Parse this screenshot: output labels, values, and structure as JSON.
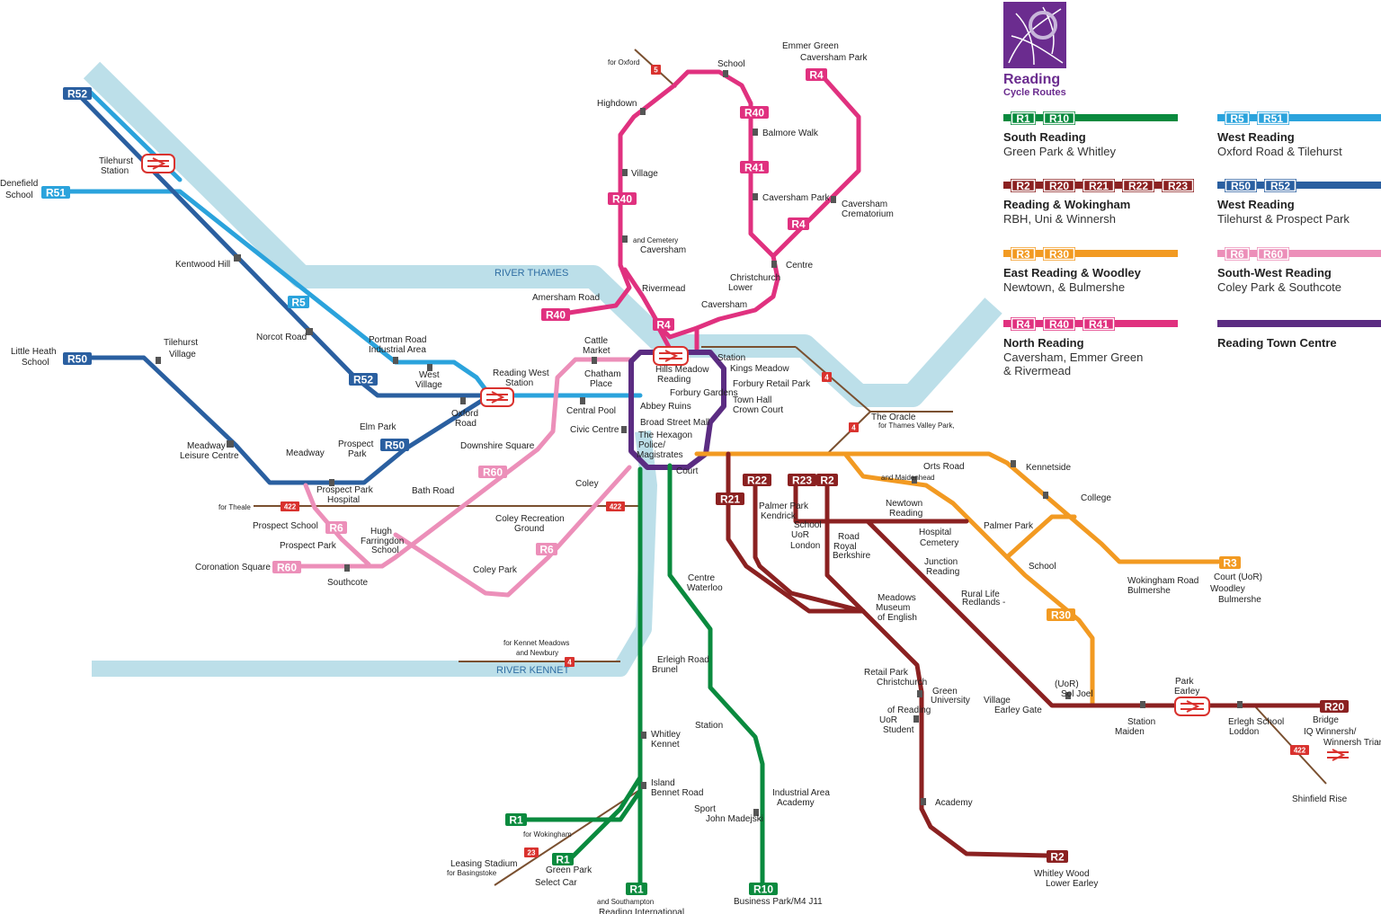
{
  "brand": {
    "title": "Reading",
    "subtitle": "Cycle Routes"
  },
  "colors": {
    "river": "#bcdfe9",
    "green": "#0a8a3e",
    "darkred": "#8b2121",
    "orange": "#f29a22",
    "magenta": "#e0317f",
    "lightblue": "#2ba3dc",
    "blue": "#2a5fa0",
    "pink": "#ec8fb9",
    "purple": "#5b2c82",
    "brown": "#7a5030",
    "rail": "#d9322e"
  },
  "rivers": {
    "thames": "RIVER THAMES",
    "kennet": "RIVER KENNET"
  },
  "legend": [
    {
      "routes": [
        "R1",
        "R10"
      ],
      "color": "green",
      "title": "South Reading",
      "subtitle": "Green Park & Whitley"
    },
    {
      "routes": [
        "R5",
        "R51"
      ],
      "color": "lightblue",
      "title": "West Reading",
      "subtitle": "Oxford Road & Tilehurst"
    },
    {
      "routes": [
        "R2",
        "R20",
        "R21",
        "R22",
        "R23"
      ],
      "color": "darkred",
      "title": "Reading & Wokingham",
      "subtitle": "RBH, Uni & Winnersh"
    },
    {
      "routes": [
        "R50",
        "R52"
      ],
      "color": "blue",
      "title": "West Reading",
      "subtitle": "Tilehurst & Prospect Park"
    },
    {
      "routes": [
        "R3",
        "R30"
      ],
      "color": "orange",
      "title": "East Reading & Woodley",
      "subtitle": "Newtown, & Bulmershe"
    },
    {
      "routes": [
        "R6",
        "R60"
      ],
      "color": "pink",
      "title": "South-West Reading",
      "subtitle": "Coley Park & Southcote"
    },
    {
      "routes": [
        "R4",
        "R40",
        "R41"
      ],
      "color": "magenta",
      "title": "North Reading",
      "subtitle": "Caversham, Emmer Green & Rivermead"
    },
    {
      "routes": [],
      "color": "purple",
      "title": "Reading Town Centre",
      "subtitle": ""
    }
  ],
  "route_badges": [
    {
      "text": "R52",
      "color": "blue"
    },
    {
      "text": "R51",
      "color": "lightblue"
    },
    {
      "text": "R50",
      "color": "blue"
    },
    {
      "text": "R5",
      "color": "lightblue"
    },
    {
      "text": "R52",
      "color": "blue"
    },
    {
      "text": "R50",
      "color": "blue"
    },
    {
      "text": "R60",
      "color": "pink"
    },
    {
      "text": "R6",
      "color": "pink"
    },
    {
      "text": "R6",
      "color": "pink"
    },
    {
      "text": "R60",
      "color": "pink"
    },
    {
      "text": "R40",
      "color": "magenta"
    },
    {
      "text": "R40",
      "color": "magenta"
    },
    {
      "text": "R4",
      "color": "magenta"
    },
    {
      "text": "R40",
      "color": "magenta"
    },
    {
      "text": "R41",
      "color": "magenta"
    },
    {
      "text": "R4",
      "color": "magenta"
    },
    {
      "text": "R4",
      "color": "magenta"
    },
    {
      "text": "R21",
      "color": "darkred"
    },
    {
      "text": "R22",
      "color": "darkred"
    },
    {
      "text": "R23",
      "color": "darkred"
    },
    {
      "text": "R2",
      "color": "darkred"
    },
    {
      "text": "R3",
      "color": "orange"
    },
    {
      "text": "R30",
      "color": "orange"
    },
    {
      "text": "R20",
      "color": "darkred"
    },
    {
      "text": "R2",
      "color": "darkred"
    },
    {
      "text": "R1",
      "color": "green"
    },
    {
      "text": "R1",
      "color": "green"
    },
    {
      "text": "R1",
      "color": "green"
    },
    {
      "text": "R10",
      "color": "green"
    }
  ],
  "road_markers": [
    {
      "text": "5"
    },
    {
      "text": "4"
    },
    {
      "text": "4"
    },
    {
      "text": "422"
    },
    {
      "text": "422"
    },
    {
      "text": "4"
    },
    {
      "text": "23"
    },
    {
      "text": "422"
    }
  ],
  "place_labels": [
    "Tilehurst",
    "Station",
    "Denefield",
    "School",
    "Kentwood Hill",
    "Norcot Road",
    "Portman Road",
    "Industrial Area",
    "West",
    "Village",
    "Reading West",
    "Station",
    "Oxford",
    "Road",
    "Little Heath",
    "School",
    "Tilehurst",
    "Village",
    "Elm Park",
    "Prospect",
    "Park",
    "Meadway",
    "Leisure Centre",
    "Meadway",
    "Prospect Park",
    "Hospital",
    "for Theale",
    "Prospect School",
    "Prospect Park",
    "Hugh",
    "Farringdon",
    "School",
    "Coronation Square",
    "Southcote",
    "Bath Road",
    "Downshire Square",
    "Cattle",
    "Market",
    "Chatham",
    "Place",
    "Central Pool",
    "Civic Centre",
    "Coley",
    "Coley Recreation",
    "Ground",
    "Coley Park",
    "for Kennet Meadows",
    "and Newbury",
    "for Oxford",
    "Highdown",
    "School",
    "Emmer Green",
    "Caversham Park",
    "Village",
    "Balmore Walk",
    "Caversham Park",
    "Caversham",
    "Crematorium",
    "and Cemetery",
    "Caversham",
    "Centre",
    "Amersham Road",
    "Rivermead",
    "Christchurch",
    "Lower",
    "Caversham",
    "Hills Meadow",
    "Reading",
    "Station",
    "Kings Meadow",
    "Forbury Retail Park",
    "Forbury Gardens",
    "Town Hall",
    "Crown Court",
    "Abbey Ruins",
    "Broad Street Mall",
    "The Hexagon",
    "Police/",
    "Magistrates",
    "Court",
    "The Oracle",
    "for Thames Valley Park,",
    "and Maidenhead",
    "Orts Road",
    "Kennetside",
    "Newtown",
    "Reading",
    "College",
    "Palmer Park",
    "Palmer Park",
    "Kendrick",
    "School",
    "UoR",
    "London",
    "Road",
    "Royal",
    "Berkshire",
    "Hospital",
    "Cemetery",
    "Junction",
    "Reading",
    "School",
    "Wokingham Road",
    "Bulmershe",
    "Court (UoR)",
    "Woodley",
    "Bulmershe",
    "Centre",
    "Waterloo",
    "Meadows",
    "Museum",
    "of English",
    "Rural Life",
    "Redlands -",
    "Erleigh Road",
    "Brunel",
    "Retail Park",
    "Christchurch",
    "Green",
    "University",
    "of Reading",
    "UoR",
    "Student",
    "Village",
    "Earley Gate",
    "(UoR)",
    "Sol Joel",
    "Park",
    "Earley",
    "Station",
    "Maiden",
    "Erlegh School",
    "Loddon",
    "Bridge",
    "IQ Winnersh/",
    "Winnersh Triangle",
    "Station",
    "Whitley",
    "Kennet",
    "Island",
    "Bennet Road",
    "Industrial Area",
    "Academy",
    "Sport",
    "John Madejski",
    "Academy",
    "Shinfield Rise",
    "for Wokingham",
    "Green Park",
    "Select Car",
    "Leasing Stadium",
    "for Basingstoke",
    "and Southampton",
    "Reading International",
    "Business Park/M4 J11",
    "Whitley Wood",
    "Lower Earley",
    "Centre"
  ]
}
